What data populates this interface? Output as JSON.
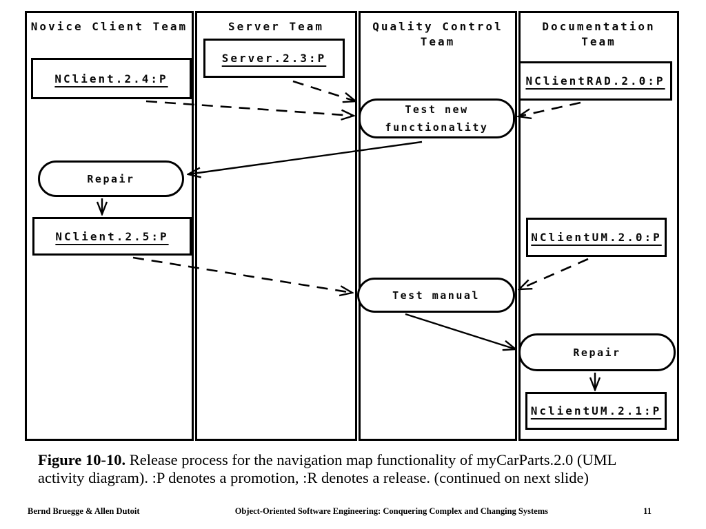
{
  "slide": {
    "lanes": [
      {
        "title": "Novice Client Team"
      },
      {
        "title": "Server Team"
      },
      {
        "title": "Quality Control\nTeam"
      },
      {
        "title": "Documentation\nTeam"
      }
    ],
    "artifacts": {
      "nclient24": "NClient.2.4:P",
      "server23": "Server.2.3:P",
      "nclientrad20": "NClientRAD.2.0:P",
      "nclient25": "NClient.2.5:P",
      "nclientum20": "NClientUM.2.0:P",
      "nclientum21": "NclientUM.2.1:P"
    },
    "activities": {
      "test_new": "Test new\nfunctionality",
      "repair_client": "Repair",
      "test_manual": "Test manual",
      "repair_doc": "Repair"
    }
  },
  "caption": {
    "label": "Figure 10-10.",
    "text": " Release process for the navigation map functionality of myCarParts.2.0 (UML activity diagram). :P denotes a promotion, :R denotes a release. (continued on next slide)"
  },
  "footer": {
    "authors": "Bernd Bruegge & Allen Dutoit",
    "book": "Object-Oriented Software Engineering: Conquering Complex and Changing Systems",
    "page": "11"
  }
}
